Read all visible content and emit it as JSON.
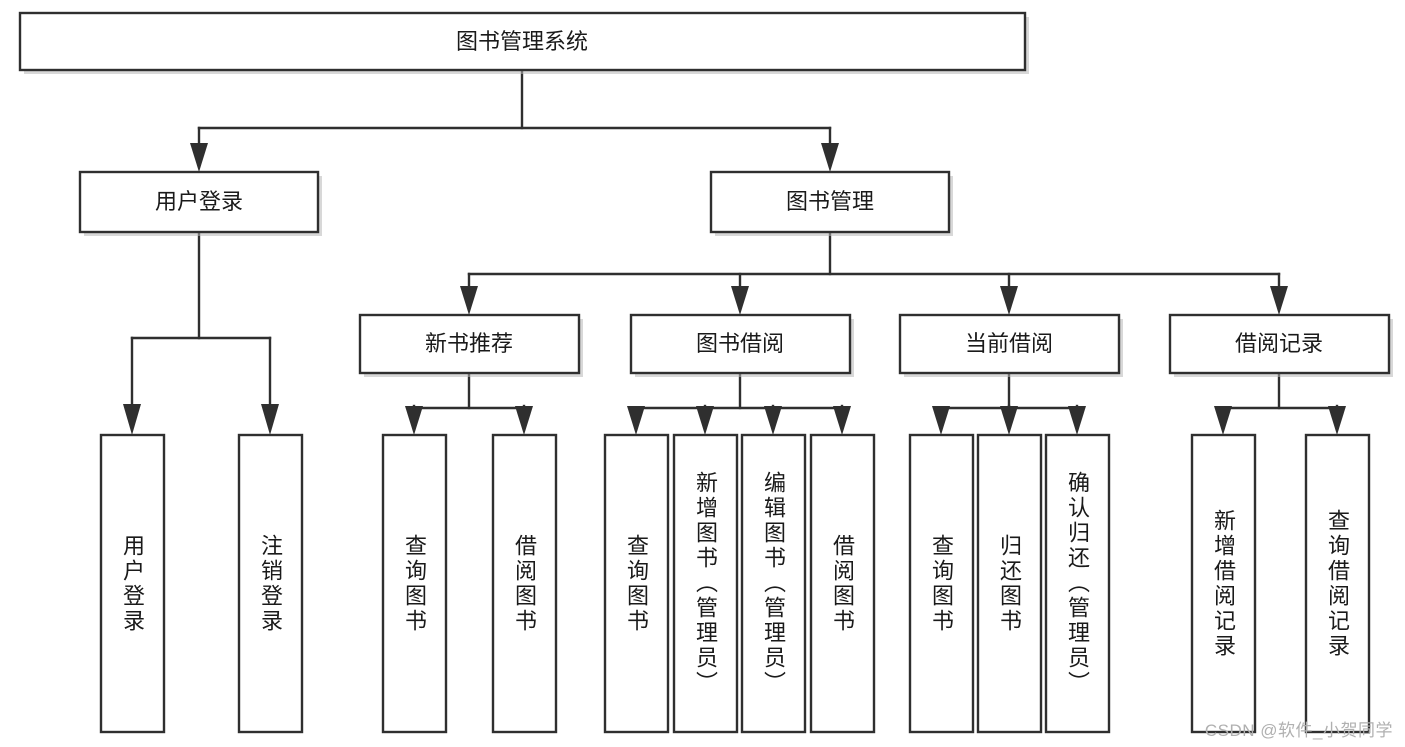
{
  "diagram": {
    "title": "图书管理系统",
    "type": "tree-hierarchy-diagram",
    "orientation": "top-down",
    "colors": {
      "box_stroke": "#2f2f2f",
      "box_fill": "#ffffff",
      "connector": "#2f2f2f",
      "text": "#1a1a1a",
      "watermark": "#b0b0b0",
      "background": "#ffffff"
    },
    "root": {
      "label": "图书管理系统"
    },
    "level2": [
      {
        "label": "用户登录"
      },
      {
        "label": "图书管理"
      }
    ],
    "level3": [
      {
        "label": "新书推荐"
      },
      {
        "label": "图书借阅"
      },
      {
        "label": "当前借阅"
      },
      {
        "label": "借阅记录"
      }
    ],
    "leaves": {
      "user_login": [
        {
          "label": "用户登录"
        },
        {
          "label": "注销登录"
        }
      ],
      "new_book_recommend": [
        {
          "label": "查询图书"
        },
        {
          "label": "借阅图书"
        }
      ],
      "book_borrow": [
        {
          "label": "查询图书"
        },
        {
          "label": "新增图书（管理员）"
        },
        {
          "label": "编辑图书（管理员）"
        },
        {
          "label": "借阅图书"
        }
      ],
      "current_borrow": [
        {
          "label": "查询图书"
        },
        {
          "label": "归还图书"
        },
        {
          "label": "确认归还（管理员）"
        }
      ],
      "borrow_records": [
        {
          "label": "新增借阅记录"
        },
        {
          "label": "查询借阅记录"
        }
      ]
    },
    "watermark": "CSDN @软件_小贺同学"
  }
}
